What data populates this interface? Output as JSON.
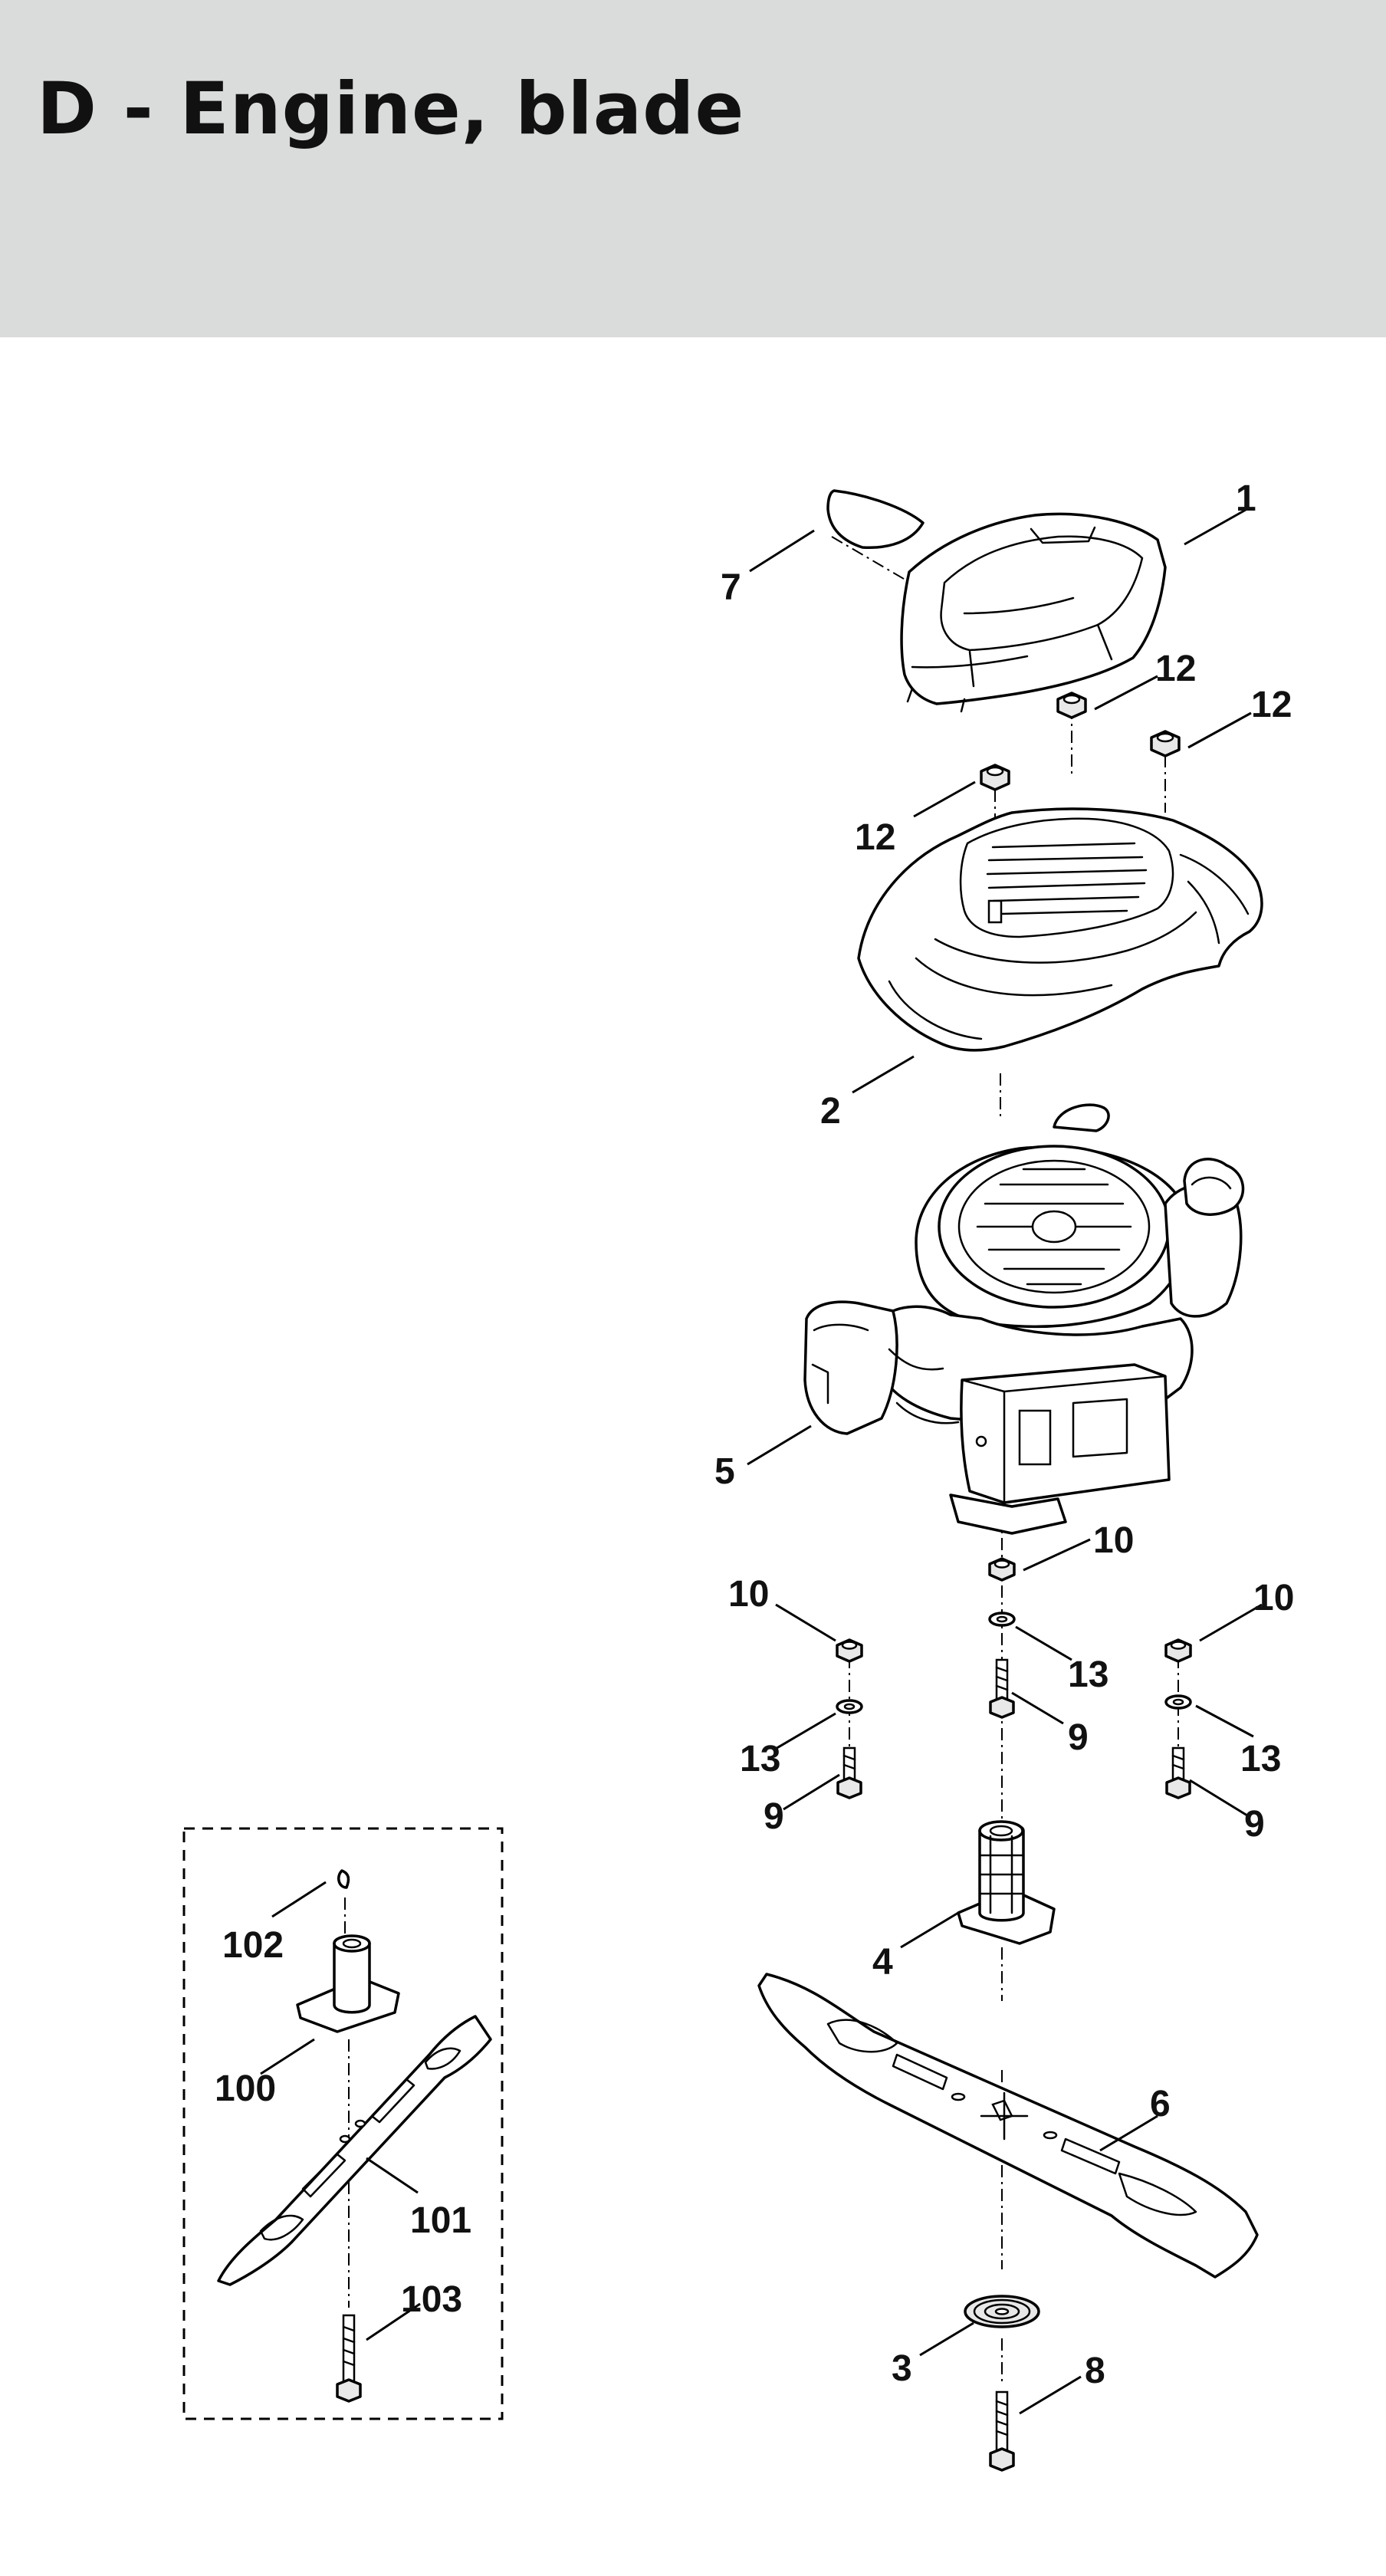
{
  "header": {
    "title": "D - Engine, blade"
  },
  "callouts": {
    "c1": "1",
    "c2": "2",
    "c3": "3",
    "c4": "4",
    "c5": "5",
    "c6": "6",
    "c7": "7",
    "c8": "8",
    "c9a": "9",
    "c9b": "9",
    "c9c": "9",
    "c10a": "10",
    "c10b": "10",
    "c10c": "10",
    "c12a": "12",
    "c12b": "12",
    "c12c": "12",
    "c13a": "13",
    "c13b": "13",
    "c13c": "13",
    "c100": "100",
    "c101": "101",
    "c102": "102",
    "c103": "103"
  }
}
